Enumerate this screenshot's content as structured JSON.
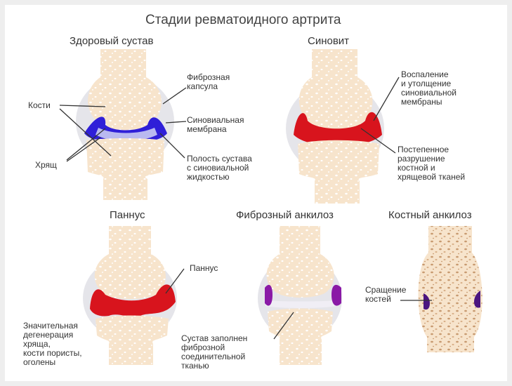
{
  "title": "Стадии ревматоидного артрита",
  "stages": {
    "healthy": {
      "title": "Здоровый сустав",
      "labels": {
        "kosti": "Кости",
        "hryasch": "Хрящ",
        "capsule": [
          "Фиброзная",
          "капсула"
        ],
        "synovial": [
          "Синовиальная",
          "мембрана"
        ],
        "cavity": [
          "Полость сустава",
          "с синовиальной",
          "жидкостью"
        ]
      }
    },
    "synovitis": {
      "title": "Синовит",
      "labels": {
        "inflammation": [
          "Воспаление",
          "и утолщение",
          "синовиальной",
          "мембраны"
        ],
        "destruction": [
          "Постепенное",
          "разрушение",
          "костной и",
          "хрящевой тканей"
        ]
      }
    },
    "pannus": {
      "title": "Паннус",
      "labels": {
        "pannus": "Паннус",
        "degeneration": [
          "Значительная",
          "дегенерация",
          "хряща,",
          "кости пористы,",
          "оголены"
        ]
      }
    },
    "fibrous": {
      "title": "Фиброзный анкилоз",
      "labels": {
        "filled": [
          "Сустав заполнен",
          "фиброзной",
          "соединительной",
          "тканью"
        ]
      }
    },
    "bony": {
      "title": "Костный анкилоз",
      "labels": {
        "fusion": [
          "Сращение",
          "костей"
        ]
      }
    }
  },
  "colors": {
    "bone": "#f7e4cc",
    "bone_dot": "#ffffff",
    "capsule": "#e5e5ea",
    "membrane_healthy": "#2f1fd8",
    "cartilage": "#b9b9f0",
    "inflamed": "#d8141d",
    "fibrous_purple": "#8a1aa6",
    "bony_purple": "#4b1580"
  }
}
